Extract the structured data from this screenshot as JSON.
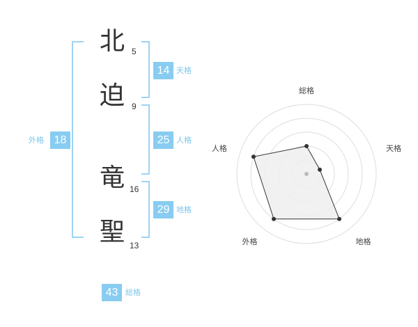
{
  "surname": [
    {
      "char": "北",
      "strokes": "5"
    },
    {
      "char": "迫",
      "strokes": "9"
    }
  ],
  "given": [
    {
      "char": "竜",
      "strokes": "16"
    },
    {
      "char": "聖",
      "strokes": "13"
    }
  ],
  "fortunes": {
    "tenkaku": {
      "value": "14",
      "label": "天格"
    },
    "jinkaku": {
      "value": "25",
      "label": "人格"
    },
    "chikaku": {
      "value": "29",
      "label": "地格"
    },
    "gaikaku": {
      "value": "18",
      "label": "外格"
    },
    "soukaku": {
      "value": "43",
      "label": "総格"
    }
  },
  "chart_data": {
    "type": "radar",
    "axes": [
      "総格",
      "天格",
      "地格",
      "外格",
      "人格"
    ],
    "values": [
      2,
      1,
      4,
      4,
      4
    ],
    "range": [
      0,
      5
    ],
    "rings": 5,
    "colors": {
      "fill": "#eeeeee",
      "stroke": "#333333",
      "grid": "#dddddd",
      "center": "#bbbbbb"
    }
  },
  "colors": {
    "accent": "#88ccf1",
    "bracket": "#9ed3f2",
    "text": "#333333"
  }
}
